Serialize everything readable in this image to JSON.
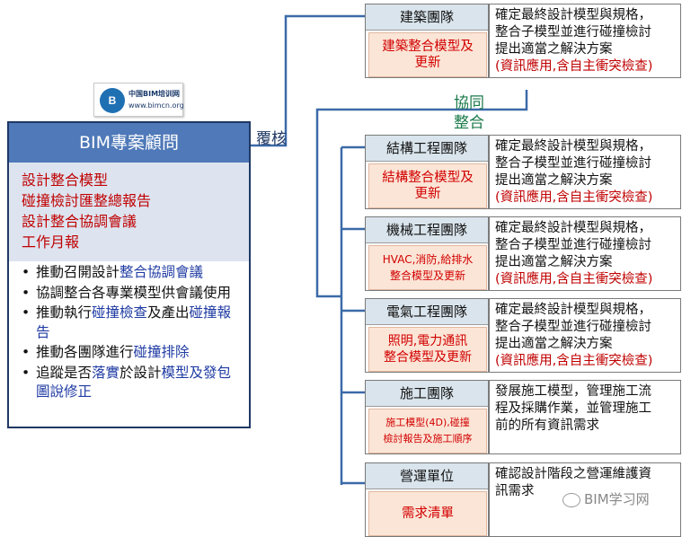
{
  "logo": {
    "mark": "B",
    "name": "中国BIM培训网",
    "url": "www.bimcn.org"
  },
  "consultant": {
    "title": "BIM專案顧問",
    "deliverables": [
      "設計整合模型",
      "碰撞檢討匯整總報告",
      "設計整合協調會議",
      "工作月報"
    ],
    "bullets": [
      {
        "parts": [
          {
            "t": "推動召開設計"
          },
          {
            "t": "整合協調會議",
            "h": true
          }
        ]
      },
      {
        "parts": [
          {
            "t": "協調整合各專業模型供會議使用"
          }
        ]
      },
      {
        "parts": [
          {
            "t": "推動執行"
          },
          {
            "t": "碰撞檢查",
            "h": true
          },
          {
            "t": "及產出"
          },
          {
            "t": "碰撞報告",
            "h": true
          }
        ]
      },
      {
        "parts": [
          {
            "t": "推動各團隊進行"
          },
          {
            "t": "碰撞排除",
            "h": true
          }
        ]
      },
      {
        "parts": [
          {
            "t": "追蹤是否"
          },
          {
            "t": "落實",
            "h": true
          },
          {
            "t": "於設計"
          },
          {
            "t": "模型及發包圖說修正",
            "h": true
          }
        ]
      }
    ]
  },
  "labels": {
    "review": "覆核",
    "coord_1": "協同",
    "coord_2": "整合"
  },
  "teams": [
    {
      "name": "建築團隊",
      "deliv_lines": [
        "建築整合模型及",
        "更新"
      ],
      "desc": [
        "確定最終設計模型與規格，",
        "整合子模型並進行碰撞檢討",
        "提出適當之解決方案"
      ],
      "desc_red": "(資訊應用,含自主衝突檢查)"
    },
    {
      "name": "結構工程團隊",
      "deliv_lines": [
        "結構整合模型及",
        "更新"
      ],
      "desc": [
        "確定最終設計模型與規格，",
        "整合子模型並進行碰撞檢討",
        "提出適當之解決方案"
      ],
      "desc_red": "(資訊應用,含自主衝突檢查)"
    },
    {
      "name": "機械工程團隊",
      "deliv_lines": [
        "HVAC,消防,給排水",
        "整合模型及更新"
      ],
      "desc": [
        "確定最終設計模型與規格，",
        "整合子模型並進行碰撞檢討",
        "提出適當之解決方案"
      ],
      "desc_red": "(資訊應用,含自主衝突檢查)"
    },
    {
      "name": "電氣工程團隊",
      "deliv_lines": [
        "照明,電力通訊",
        "整合模型及更新"
      ],
      "desc": [
        "確定最終設計模型與規格，",
        "整合子模型並進行碰撞檢討",
        "提出適當之解決方案"
      ],
      "desc_red": "(資訊應用,含自主衝突檢查)"
    },
    {
      "name": "施工團隊",
      "deliv_lines": [
        "施工模型(4D),碰撞",
        "檢討報告及施工順序"
      ],
      "desc": [
        "發展施工模型，管理施工流",
        "程及採購作業，並管理施工",
        "前的所有資訊需求"
      ],
      "desc_red": ""
    },
    {
      "name": "營運單位",
      "deliv_lines": [
        "需求清單"
      ],
      "desc": [
        "確認設計階段之營運維護資",
        "訊需求"
      ],
      "desc_red": ""
    }
  ],
  "watermark": "BIM学习网"
}
